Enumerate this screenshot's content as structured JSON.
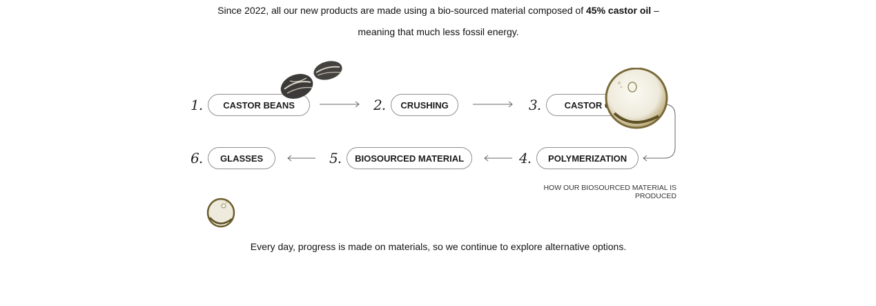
{
  "intro": {
    "text_before": "Since 2022, all our new products are made using a bio-sourced material composed of ",
    "text_bold": "45% castor oil",
    "text_after": " – meaning that much less fossil energy."
  },
  "steps": [
    {
      "num": "1.",
      "label": "CASTOR BEANS"
    },
    {
      "num": "2.",
      "label": "CRUSHING"
    },
    {
      "num": "3.",
      "label": "CASTOR OIL"
    },
    {
      "num": "4.",
      "label": "POLYMERIZATION"
    },
    {
      "num": "5.",
      "label": "BIOSOURCED MATERIAL"
    },
    {
      "num": "6.",
      "label": "GLASSES"
    }
  ],
  "caption": "HOW OUR BIOSOURCED MATERIAL IS PRODUCED",
  "outro": "Every day, progress is made on materials, so we continue to explore alternative options.",
  "icons": [
    "castor-bean-icon",
    "castor-oil-drop-icon"
  ],
  "colors": {
    "text": "#111111",
    "pill_border": "#8f8f8f",
    "oil": "#c9b98a"
  }
}
